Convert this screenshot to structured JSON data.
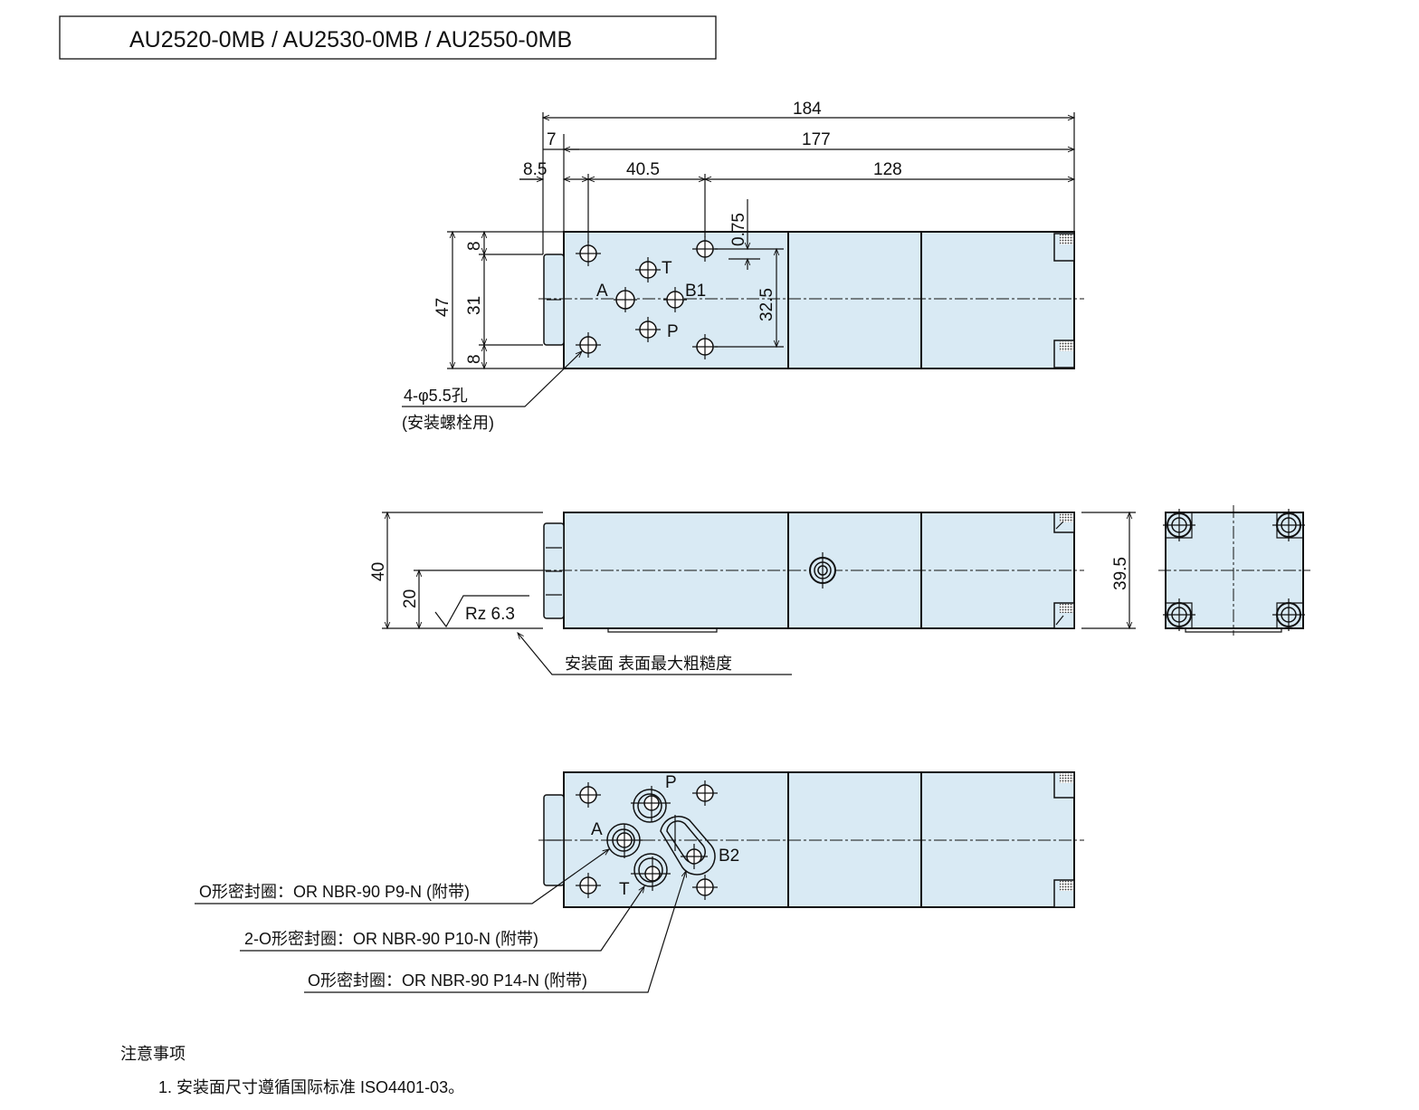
{
  "title": "AU2520-0MB / AU2530-0MB / AU2550-0MB",
  "top_view": {
    "dims": {
      "overall": "184",
      "body": "177",
      "nut": "7",
      "edge": "8.5",
      "hole_pitch": "40.5",
      "solenoid": "128",
      "offset": "0.75",
      "hole_span": "32.5",
      "height": "47",
      "top_margin": "8",
      "mid": "31",
      "bottom_margin": "8"
    },
    "ports": {
      "T": "T",
      "A": "A",
      "B1": "B1",
      "P": "P"
    },
    "hole_note": "4-φ5.5孔",
    "hole_note_sub": "(安装螺栓用)"
  },
  "side_view": {
    "dims": {
      "height": "40",
      "center": "20",
      "end_height": "39.5"
    },
    "roughness": "Rz 6.3",
    "surface_note": "安装面  表面最大粗糙度"
  },
  "bottom_view": {
    "ports": {
      "P": "P",
      "A": "A",
      "T": "T",
      "B2": "B2"
    },
    "seal_notes": [
      "O形密封圈：OR NBR-90 P9-N (附带)",
      "2-O形密封圈：OR NBR-90 P10-N (附带)",
      "O形密封圈：OR NBR-90 P14-N (附带)"
    ]
  },
  "notes": {
    "heading": "注意事项",
    "items": [
      "1.  安装面尺寸遵循国际标准 ISO4401-03。"
    ]
  },
  "colors": {
    "body_fill": "#d9eaf4",
    "line": "#111111"
  }
}
